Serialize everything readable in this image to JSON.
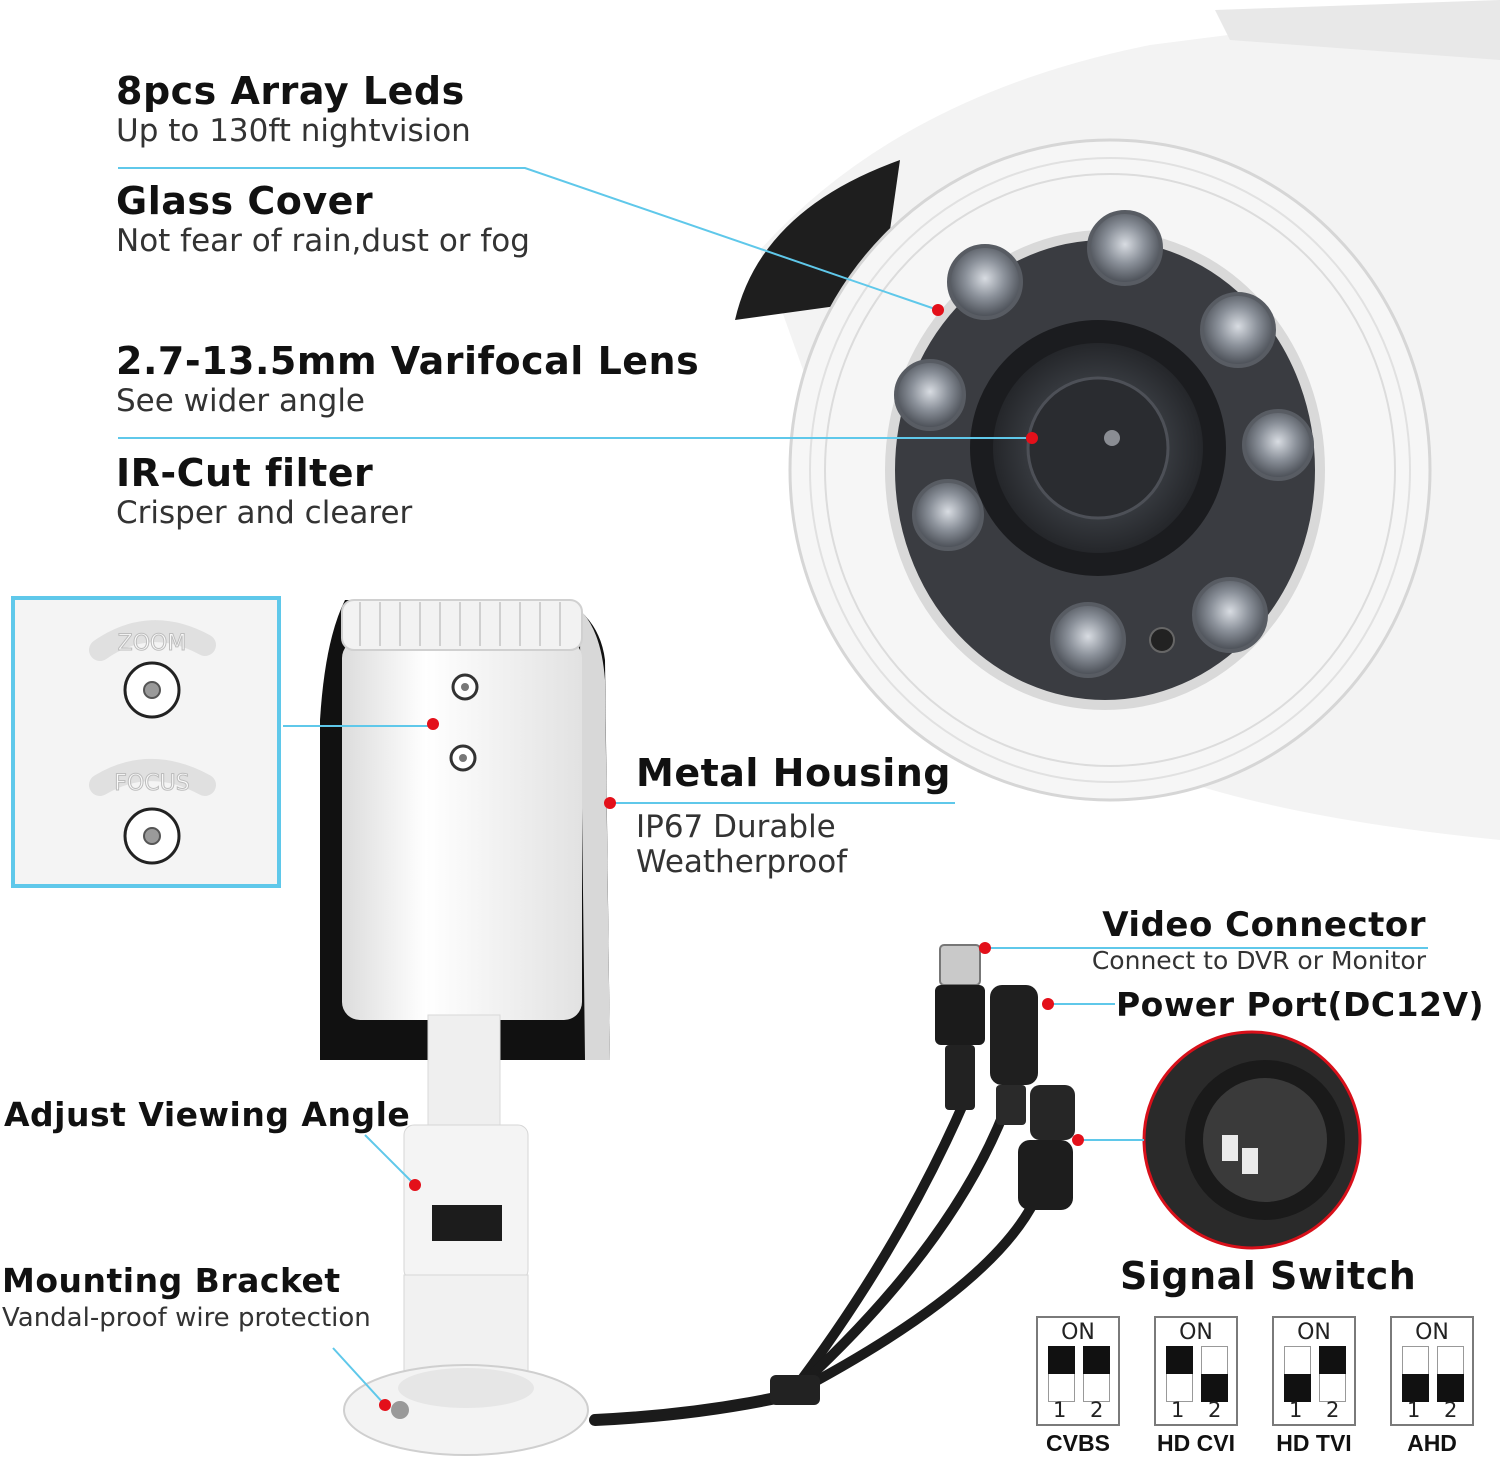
{
  "features": {
    "leds": {
      "title": "8pcs Array Leds",
      "subtitle": "Up to 130ft nightvision"
    },
    "glass": {
      "title": "Glass Cover",
      "subtitle": "Not fear of rain,dust or fog"
    },
    "lens": {
      "title": "2.7-13.5mm  Varifocal Lens",
      "subtitle": "See wider angle"
    },
    "ircut": {
      "title": "IR-Cut filter",
      "subtitle": "Crisper and clearer"
    },
    "housing": {
      "title": "Metal Housing",
      "line1": "IP67 Durable",
      "line2": "Weatherproof"
    },
    "video": {
      "title": "Video Connector",
      "subtitle": "Connect to DVR or Monitor"
    },
    "power": {
      "title": "Power Port(DC12V)"
    },
    "angle": {
      "title": "Adjust Viewing Angle"
    },
    "bracket": {
      "title": "Mounting Bracket",
      "subtitle": "Vandal-proof wire protection"
    }
  },
  "camera_labels": {
    "zoom": "ZOOM",
    "focus": "FOCUS",
    "on": "ON"
  },
  "signal_switch": {
    "title": "Signal Switch",
    "on_label": "ON",
    "pin1": "1",
    "pin2": "2",
    "modes": [
      {
        "name": "CVBS",
        "switch1": "up",
        "switch2": "up"
      },
      {
        "name": "HD CVI",
        "switch1": "up",
        "switch2": "down"
      },
      {
        "name": "HD TVI",
        "switch1": "down",
        "switch2": "up"
      },
      {
        "name": "AHD",
        "switch1": "down",
        "switch2": "down"
      }
    ]
  },
  "colors": {
    "callout_line": "#5fc8ea",
    "callout_dot": "#e3101a",
    "accent": "#5fc8ea"
  }
}
